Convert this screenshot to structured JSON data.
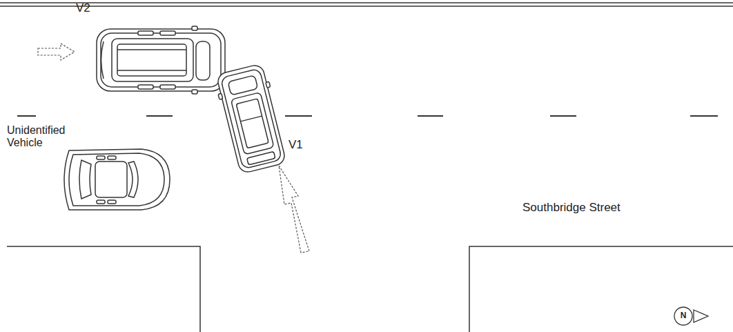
{
  "diagram": {
    "labels": [
      "V2",
      "Unidentified Vehicle",
      "V1",
      "Southbridge Street",
      "N"
    ]
  }
}
